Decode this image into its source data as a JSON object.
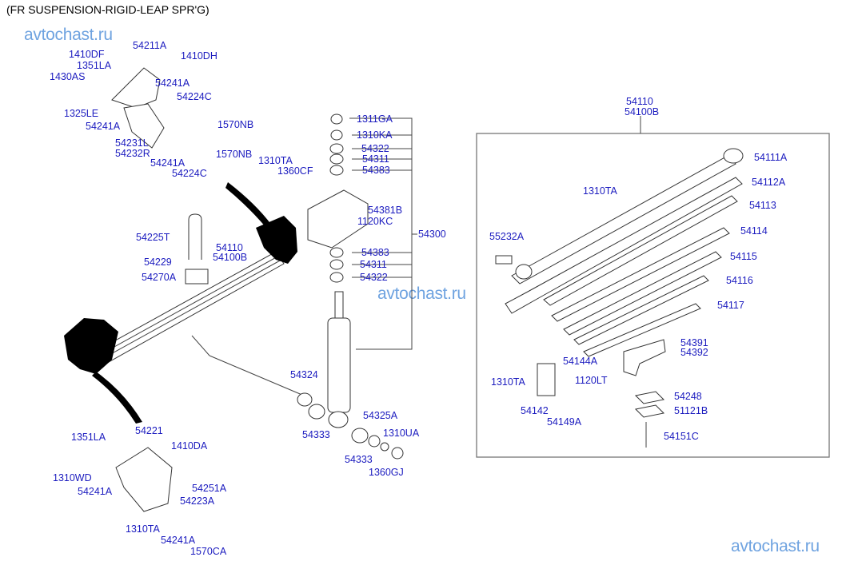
{
  "diagram": {
    "title": "(FR SUSPENSION-RIGID-LEAP SPR'G)",
    "watermark": "avtochast.ru",
    "colors": {
      "label": "#1b1bbf",
      "watermark": "#6fa3e0",
      "line": "#444444"
    },
    "labels": {
      "front_hanger": [
        "1410DF",
        "54211A",
        "1410DH",
        "1351LA",
        "1430AS",
        "54241A",
        "54224C",
        "1325LE",
        "54241A",
        "1570NB",
        "54231L",
        "54232R",
        "1570NB",
        "54241A",
        "54224C"
      ],
      "ubolt": [
        "54225T",
        "54229",
        "54270A",
        "54110",
        "54100B"
      ],
      "bracket": [
        "1310TA",
        "1360CF",
        "54381B",
        "1120KC"
      ],
      "shock_top": [
        "1311GA",
        "1310KA",
        "54322",
        "54311",
        "54383",
        "54383",
        "54311",
        "54322",
        "54300"
      ],
      "shock_bottom": [
        "54324",
        "54333",
        "54325A",
        "1310UA",
        "54333",
        "1360GJ"
      ],
      "rear_hanger": [
        "54221",
        "1351LA",
        "1410DA",
        "1310WD",
        "54241A",
        "54251A",
        "54223A",
        "1310TA",
        "54241A",
        "1570CA"
      ],
      "leaf_assy": [
        "54110",
        "54100B",
        "54111A",
        "54112A",
        "1310TA",
        "54113",
        "55232A",
        "54114",
        "54115",
        "54116",
        "54117",
        "54391",
        "54392",
        "54144A",
        "1310TA",
        "1120LT",
        "54248",
        "51121B",
        "54142",
        "54149A",
        "54151C"
      ]
    }
  }
}
